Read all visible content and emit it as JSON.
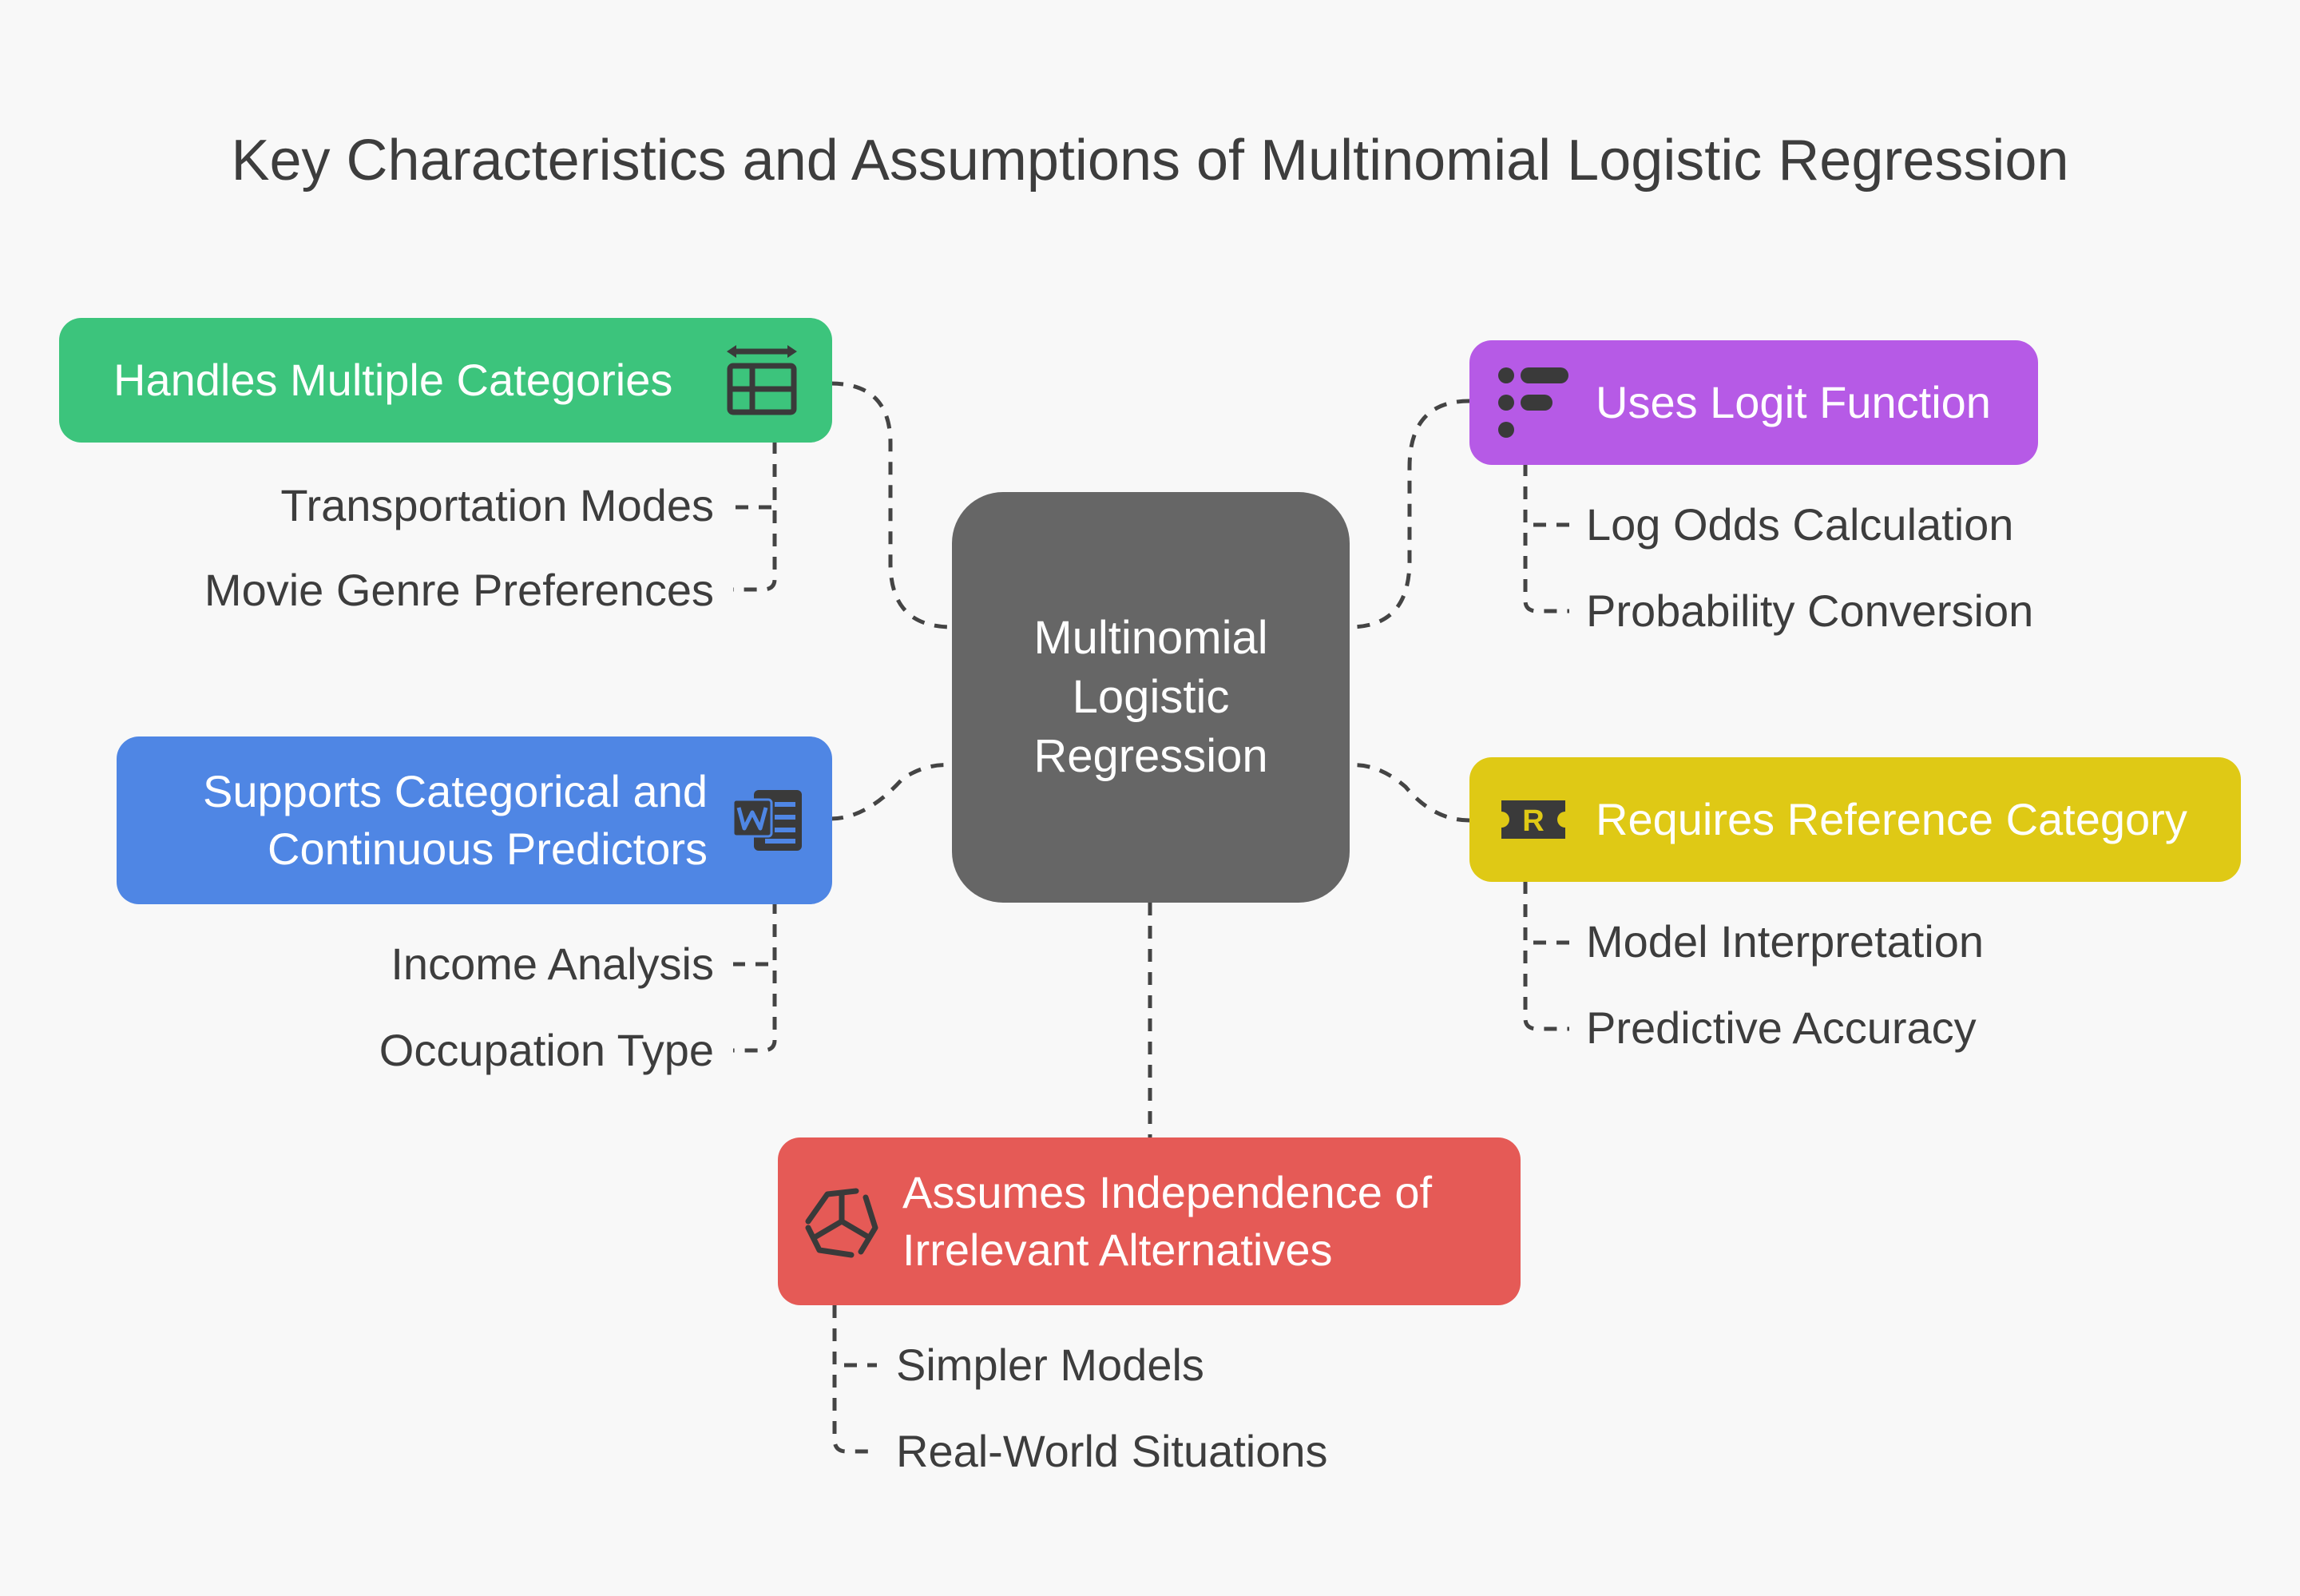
{
  "title": "Key Characteristics and Assumptions of Multinomial Logistic Regression",
  "center": {
    "label": "Multinomial Logistic Regression"
  },
  "branches": [
    {
      "label": "Handles Multiple Categories",
      "color": "#3cc47c",
      "icon": "table-columns-icon",
      "leaves": [
        "Transportation Modes",
        "Movie Genre Preferences"
      ]
    },
    {
      "label": "Supports Categorical and Continuous Predictors",
      "color": "#4f86e4",
      "icon": "word-document-icon",
      "leaves": [
        "Income Analysis",
        "Occupation Type"
      ]
    },
    {
      "label": "Uses Logit Function",
      "color": "#b65ae6",
      "icon": "list-bullets-icon",
      "leaves": [
        "Log Odds Calculation",
        "Probability Conversion"
      ]
    },
    {
      "label": "Requires Reference Category",
      "color": "#dfc915",
      "icon": "r-ticket-icon",
      "leaves": [
        "Model Interpretation",
        "Predictive Accuracy"
      ]
    },
    {
      "label": "Assumes Independence of Irrelevant Alternatives",
      "color": "#e55a56",
      "icon": "unity-logo-icon",
      "leaves": [
        "Simpler Models",
        "Real-World Situations"
      ]
    }
  ]
}
